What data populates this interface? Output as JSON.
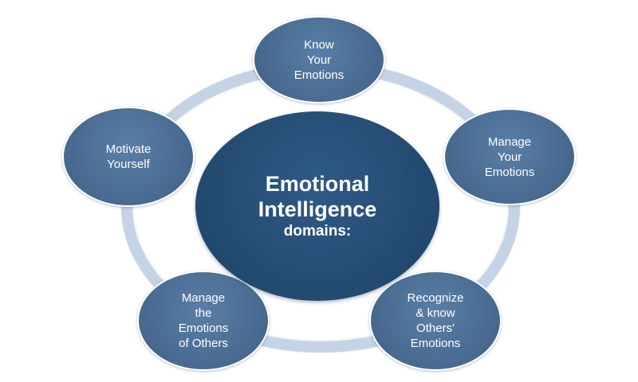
{
  "diagram": {
    "center": {
      "line1": "Emotional",
      "line2": "Intelligence",
      "line3": "domains:"
    },
    "nodes": {
      "top": "Know\nYour\nEmotions",
      "right": "Manage\nYour\nEmotions",
      "bottom_right": "Recognize\n& know\nOthers'\nEmotions",
      "bottom_left": "Manage\nthe\nEmotions\nof Others",
      "left": "Motivate\nYourself"
    }
  },
  "colors": {
    "ring": "#c5d3e6",
    "node_fill": "#4a6d94",
    "center_fill": "#25496f",
    "text": "#ffffff"
  }
}
